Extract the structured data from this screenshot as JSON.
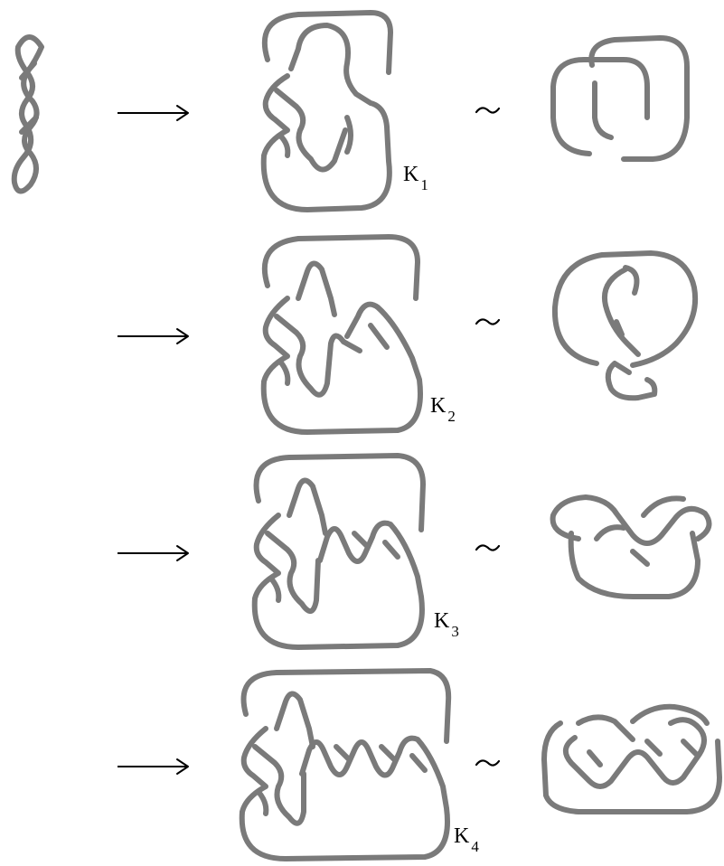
{
  "figure": {
    "rows": [
      {
        "label": "K",
        "subscript": "1"
      },
      {
        "label": "K",
        "subscript": "2"
      },
      {
        "label": "K",
        "subscript": "3"
      },
      {
        "label": "K",
        "subscript": "4"
      }
    ]
  }
}
